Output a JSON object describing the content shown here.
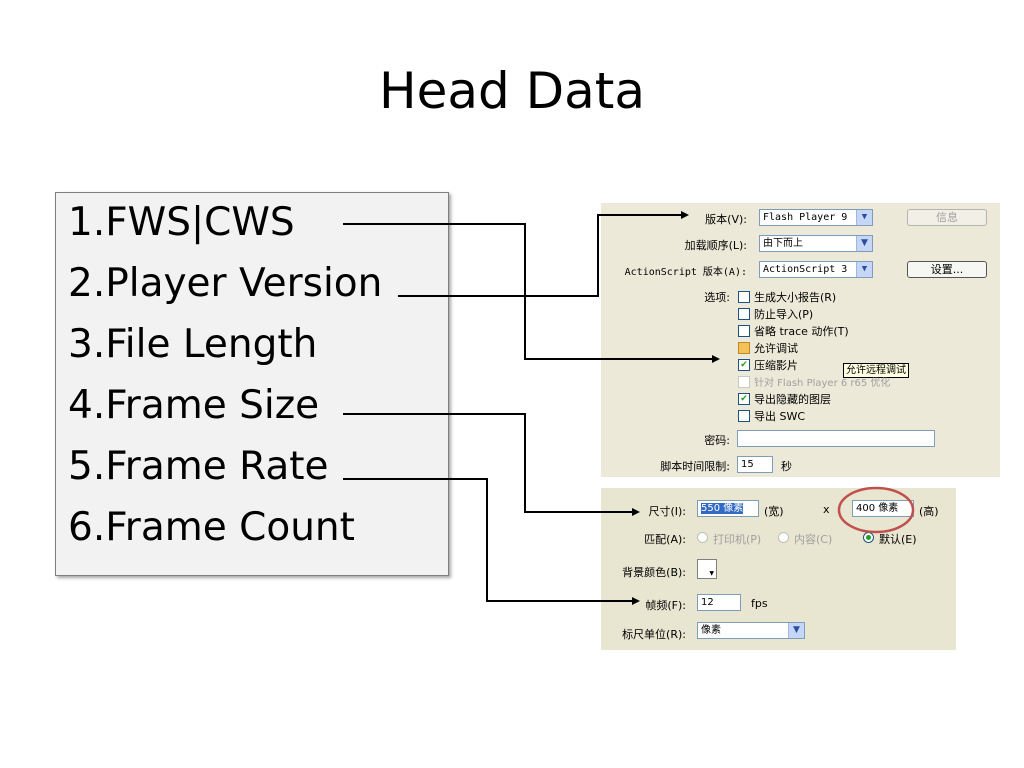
{
  "title": "Head Data",
  "items": [
    "1.FWS|CWS",
    "2.Player Version",
    "3.File Length",
    "4.Frame Size",
    "5.Frame Rate",
    "6.Frame Count"
  ],
  "publish": {
    "version_label": "版本(V):",
    "version_value": "Flash Player 9",
    "info_button": "信息",
    "load_order_label": "加载顺序(L):",
    "load_order_value": "由下而上",
    "as_label": "ActionScript 版本(A):",
    "as_value": "ActionScript 3",
    "settings_button": "设置...",
    "options_label": "选项:",
    "options": [
      {
        "label": "生成大小报告(R)",
        "checked": false,
        "disabled": false
      },
      {
        "label": "防止导入(P)",
        "checked": false,
        "disabled": false
      },
      {
        "label": "省略 trace 动作(T)",
        "checked": false,
        "disabled": false
      },
      {
        "label": "允许调试",
        "checked": false,
        "disabled": false
      },
      {
        "label": "压缩影片",
        "checked": true,
        "disabled": false
      },
      {
        "label": "针对 Flash Player 6 r65 优化",
        "checked": false,
        "disabled": true
      },
      {
        "label": "导出隐藏的图层",
        "checked": true,
        "disabled": false
      },
      {
        "label": "导出 SWC",
        "checked": false,
        "disabled": false
      }
    ],
    "tooltip": "允许远程调试",
    "password_label": "密码:",
    "script_limit_label": "脚本时间限制:",
    "script_limit_value": "15",
    "seconds": "秒"
  },
  "doc": {
    "size_label": "尺寸(I):",
    "width_value": "550 像素",
    "width_unit": "(宽)",
    "x": "x",
    "height_value": "400 像素",
    "height_unit": "(高)",
    "match_label": "匹配(A):",
    "match_printer": "打印机(P)",
    "match_contents": "内容(C)",
    "match_default": "默认(E)",
    "bg_label": "背景颜色(B):",
    "fps_label": "帧频(F):",
    "fps_value": "12",
    "fps_unit": "fps",
    "ruler_label": "标尺单位(R):",
    "ruler_value": "像素"
  },
  "colors": {
    "highlight": "#316ac5",
    "circle": "#c0504d",
    "check": "#21a121"
  }
}
